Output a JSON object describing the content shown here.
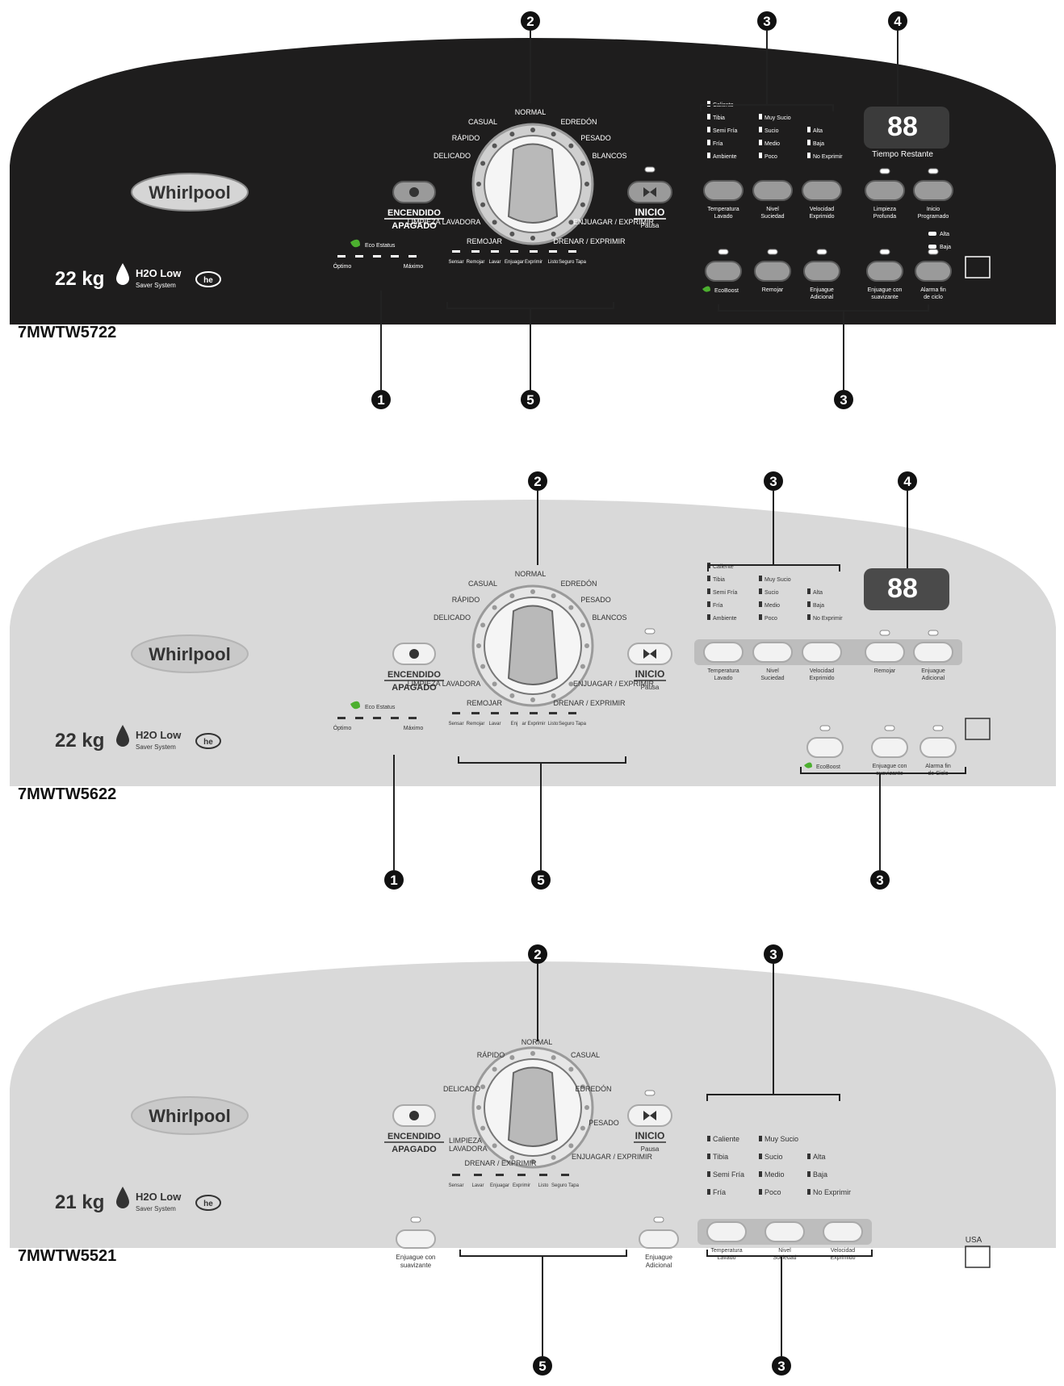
{
  "colors": {
    "dark_panel": "#1e1d1d",
    "light_panel": "#d9d9d9",
    "label_text": "#ffffff",
    "dark_text": "#222222",
    "callout": "#111111"
  },
  "panels": [
    {
      "model": "7MWTW5722",
      "theme": "dark",
      "logo": "Whirlpool",
      "capacity": "22 kg",
      "h2o": "H2O Low",
      "saver": "Saver System",
      "he": "he",
      "power": {
        "top": "ENCENDIDO",
        "bottom": "APAGADO"
      },
      "start": {
        "label": "INICIO",
        "sub": "Pausa"
      },
      "dial": [
        "NORMAL",
        "CASUAL",
        "EDREDÓN",
        "RÁPIDO",
        "PESADO",
        "DELICADO",
        "BLANCOS",
        "LIMPIEZA LAVADORA",
        "ENJUAGAR / EXPRIMIR",
        "REMOJAR",
        "DRENAR / EXPRIMIR"
      ],
      "eco": {
        "label": "Eco Estatus",
        "left": "Óptimo",
        "right": "Máximo"
      },
      "status": [
        "Sensar",
        "Remojar",
        "Lavar",
        "Enjuagar",
        "Exprimir",
        "Listo",
        "Seguro Tapa"
      ],
      "temp_opts": [
        "Caliente",
        "Tibia",
        "Semi Fría",
        "Fría",
        "Ambiente"
      ],
      "soil_opts": [
        "Muy Sucio",
        "Sucio",
        "Medio",
        "Poco"
      ],
      "spin_opts": [
        "Alta",
        "Baja",
        "No Exprimir"
      ],
      "display": {
        "digits": "88",
        "label": "Tiempo Restante"
      },
      "row1": [
        "Temperatura Lavado",
        "Nivel Suciedad",
        "Velocidad Exprimido",
        "Limpieza Profunda",
        "Inicio Programado"
      ],
      "row2": [
        "EcoBoost",
        "Remojar",
        "Enjuague Adicional",
        "Enjuague con suavizante",
        "Alarma fin de ciclo"
      ],
      "alarm_opts": [
        "Alta",
        "Baja"
      ]
    },
    {
      "model": "7MWTW5622",
      "theme": "light",
      "logo": "Whirlpool",
      "capacity": "22 kg",
      "h2o": "H2O Low",
      "saver": "Saver System",
      "he": "he",
      "power": {
        "top": "ENCENDIDO",
        "bottom": "APAGADO"
      },
      "start": {
        "label": "INICIO",
        "sub": "Pausa"
      },
      "dial": [
        "NORMAL",
        "CASUAL",
        "EDREDÓN",
        "RÁPIDO",
        "PESADO",
        "DELICADO",
        "BLANCOS",
        "LIMPIEZA LAVADORA",
        "ENJUAGAR / EXPRIMIR",
        "REMOJAR",
        "DRENAR / EXPRIMIR"
      ],
      "eco": {
        "label": "Eco Estatus",
        "left": "Óptimo",
        "right": "Máximo"
      },
      "status": [
        "Sensar",
        "Remojar",
        "Lavar",
        "Enj",
        "ar Exprimir",
        "Listo",
        "Seguro Tapa"
      ],
      "temp_opts": [
        "Caliente",
        "Tibia",
        "Semi Fría",
        "Fría",
        "Ambiente"
      ],
      "soil_opts": [
        "Muy Sucio",
        "Sucio",
        "Medio",
        "Poco"
      ],
      "spin_opts": [
        "Alta",
        "Baja",
        "No Exprimir"
      ],
      "display": {
        "digits": "88",
        "label": ""
      },
      "row1": [
        "Temperatura Lavado",
        "Nivel Suciedad",
        "Velocidad Exprimido",
        "Remojar",
        "Enjuague Adicional"
      ],
      "row2": [
        "EcoBoost",
        "Enjuague con suavizante",
        "Alarma fin de Ciclo"
      ]
    },
    {
      "model": "7MWTW5521",
      "theme": "light",
      "logo": "Whirlpool",
      "capacity": "21 kg",
      "h2o": "H2O Low",
      "saver": "Saver System",
      "he": "he",
      "usa": "USA",
      "power": {
        "top": "ENCENDIDO",
        "bottom": "APAGADO"
      },
      "start": {
        "label": "INICIO",
        "sub": "Pausa"
      },
      "dial": [
        "NORMAL",
        "RÁPIDO",
        "CASUAL",
        "DELICADO",
        "EDREDÓN",
        "PESADO",
        "LIMPIEZA",
        "LAVADORA",
        "ENJUAGAR / EXPRIMIR",
        "DRENAR / EXPRIMIR"
      ],
      "status": [
        "Sensar",
        "Lavar",
        "Enjuagar",
        "Exprimir",
        "Listo",
        "Seguro Tapa"
      ],
      "temp_opts": [
        "Caliente",
        "Tibia",
        "Semi Fría",
        "Fría"
      ],
      "soil_opts": [
        "Muy Sucio",
        "Sucio",
        "Medio",
        "Poco"
      ],
      "spin_opts": [
        "Alta",
        "Baja",
        "No Exprimir"
      ],
      "row1": [
        "Temperatura Lavado",
        "Nivel Suciedad",
        "Velocidad Exprimido"
      ],
      "left_btn": "Enjuague con suavizante",
      "right_btn": "Enjuague Adicional"
    }
  ],
  "callouts": {
    "one": "1",
    "two": "2",
    "three": "3",
    "four": "4",
    "five": "5"
  }
}
